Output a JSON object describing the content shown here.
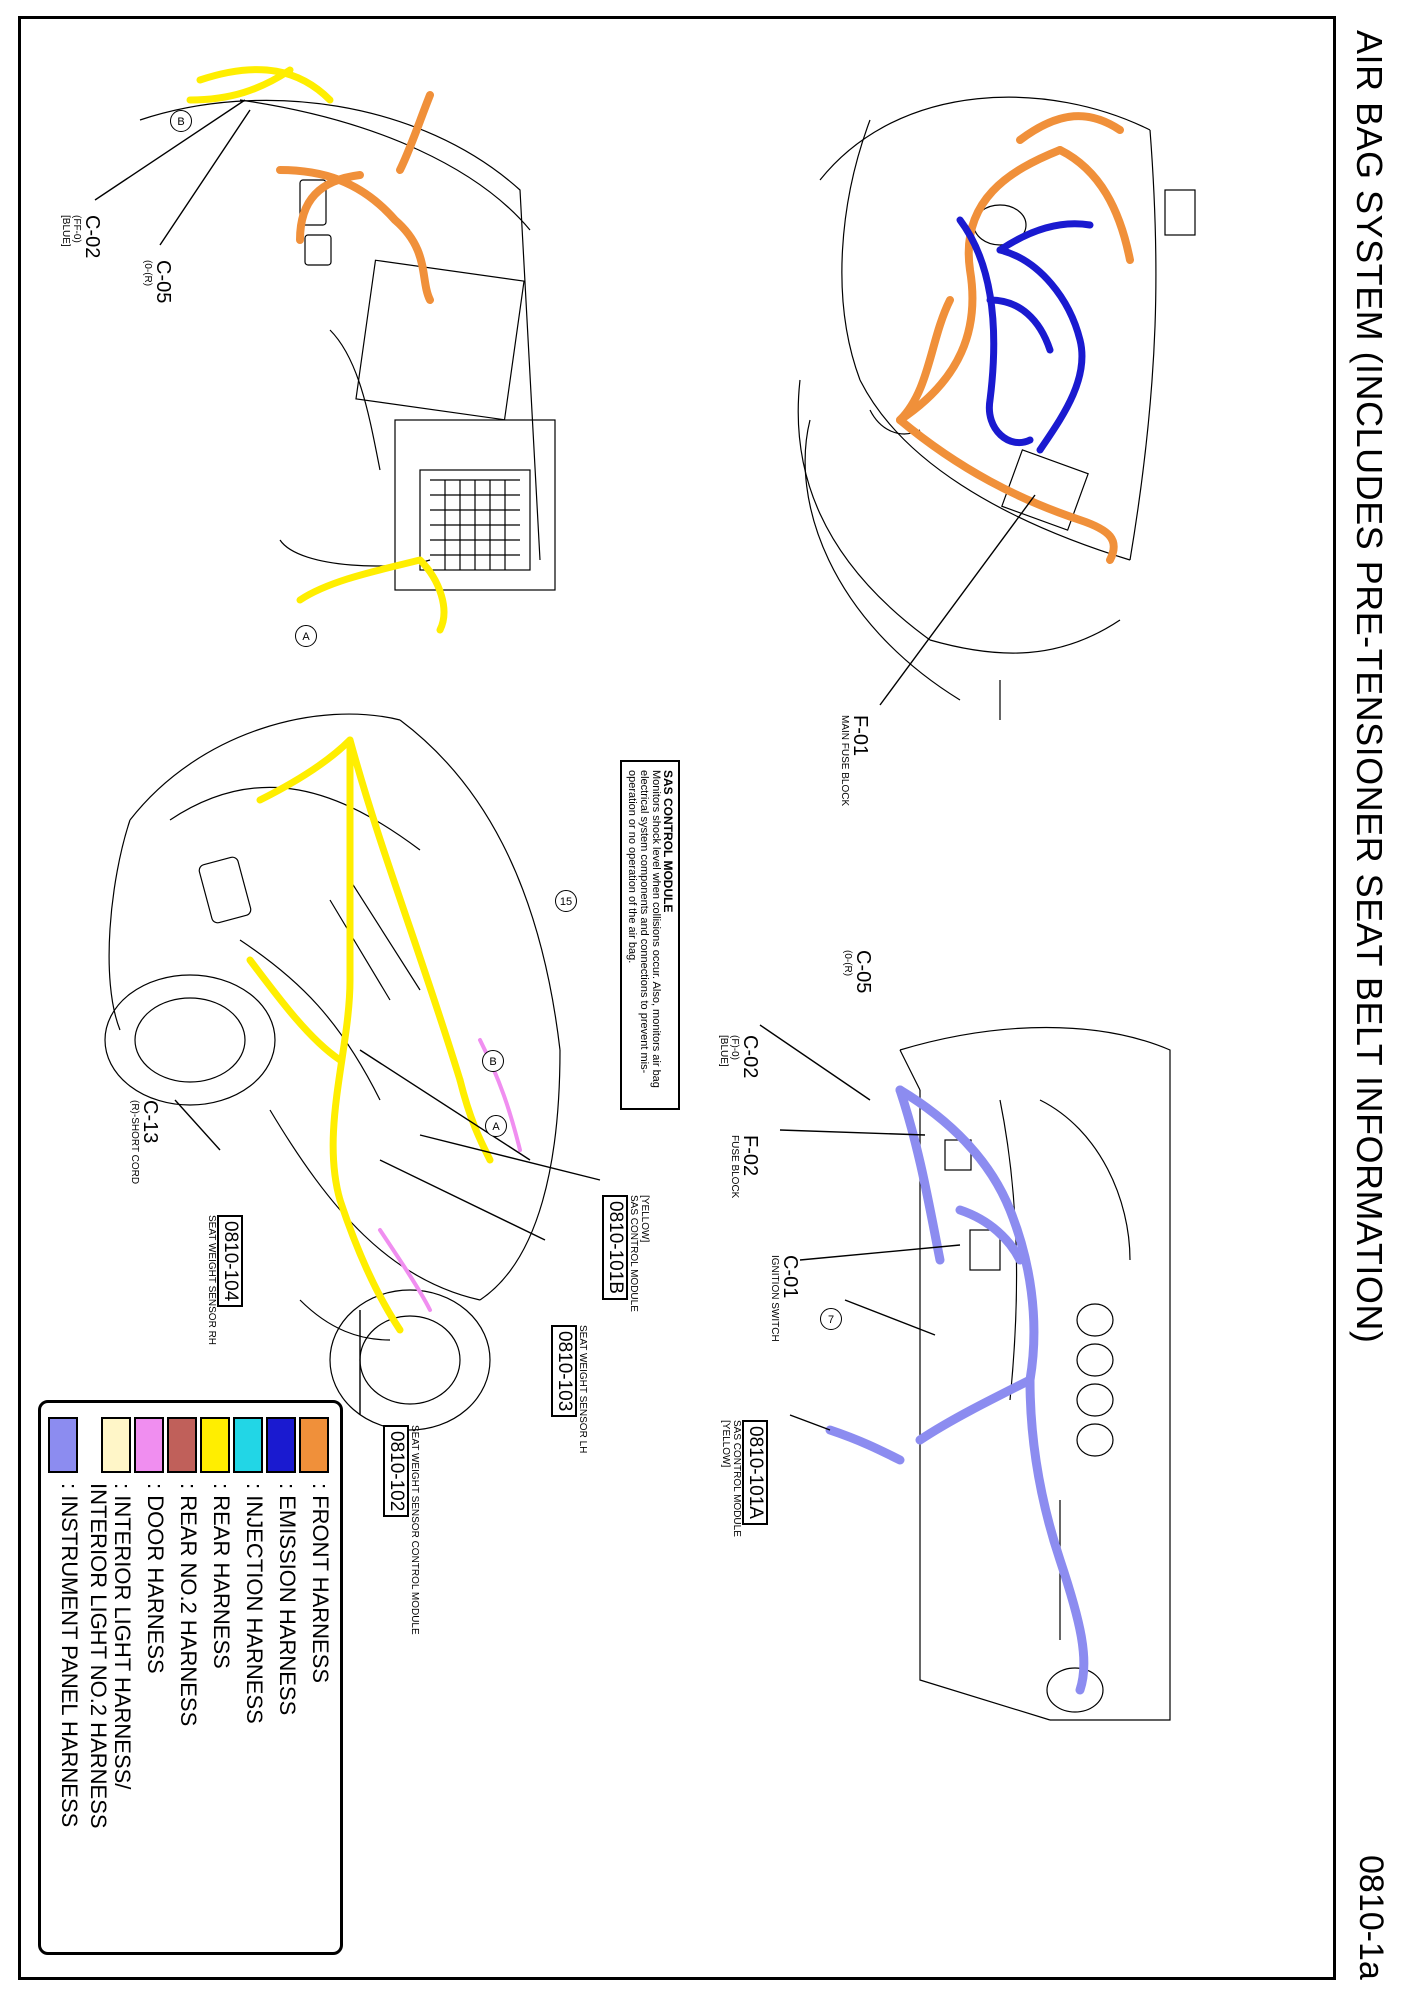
{
  "title": "AIR BAG SYSTEM (INCLUDES PRE-TENSIONER SEAT BELT INFORMATION)",
  "page_number": "0810-1a",
  "connectors": {
    "c02_top": {
      "id": "C-02",
      "sub": "(FF-0)",
      "tag": "[BLUE]"
    },
    "c05_top": {
      "id": "C-05",
      "sub": "(0-(R)"
    },
    "f01": {
      "id": "F-01",
      "sub": "MAIN FUSE BLOCK"
    },
    "c05_mid": {
      "id": "C-05",
      "sub": "(0-(R)"
    },
    "c02_mid": {
      "id": "C-02",
      "sub": "(F)-0)",
      "tag": "[BLUE]"
    },
    "f02": {
      "id": "F-02",
      "sub": "FUSE BLOCK"
    },
    "c01": {
      "id": "C-01",
      "sub": "IGNITION SWITCH"
    },
    "c13": {
      "id": "C-13",
      "sub": "(R)-SHORT CORD"
    }
  },
  "components": {
    "m101a": {
      "code": "0810-101A",
      "sub": "SAS CONTROL MODULE",
      "tag": "[YELLOW]"
    },
    "m101b": {
      "code": "0810-101B",
      "sub": "SAS CONTROL MODULE",
      "tag": "[YELLOW]"
    },
    "m103": {
      "code": "0810-103",
      "sub": "SEAT WEIGHT SENSOR LH"
    },
    "m104": {
      "code": "0810-104",
      "sub": "SEAT WEIGHT SENSOR RH"
    },
    "m102": {
      "code": "0810-102",
      "sub": "SEAT WEIGHT SENSOR CONTROL MODULE"
    }
  },
  "note": {
    "heading": "SAS CONTROL MODULE",
    "body": "Monitors shock level when collisions occur. Also, monitors air bag electrical system components and connections to prevent mis-operation or no operation of the air bag."
  },
  "callouts": {
    "c15": "15",
    "c7": "7",
    "a": "A",
    "b": "B",
    "a2": "A",
    "b2": "B"
  },
  "legend": [
    {
      "color": "#f0903a",
      "label": ": FRONT HARNESS"
    },
    {
      "color": "#1a1ad0",
      "label": ": EMISSION HARNESS"
    },
    {
      "color": "#22d6e6",
      "label": ": INJECTION HARNESS"
    },
    {
      "color": "#ffee00",
      "label": ": REAR HARNESS"
    },
    {
      "color": "#c0605a",
      "label": ": REAR NO.2 HARNESS"
    },
    {
      "color": "#f08ef0",
      "label": ": DOOR HARNESS"
    },
    {
      "color": "#fff6c8",
      "label": ": INTERIOR LIGHT HARNESS/",
      "label2": "  INTERIOR LIGHT NO.2 HARNESS"
    },
    {
      "color": "#8c8cf0",
      "label": ": INSTRUMENT PANEL HARNESS"
    }
  ]
}
